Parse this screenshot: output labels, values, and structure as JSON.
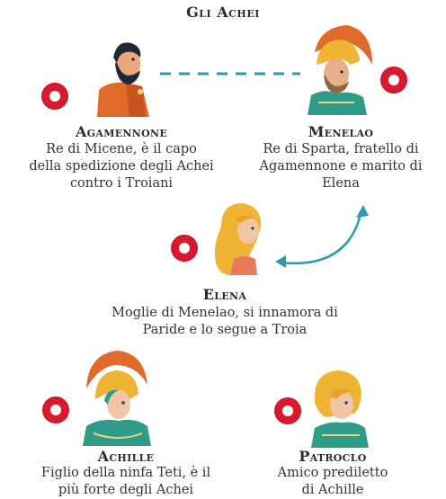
{
  "title": "Gli Achei",
  "colors": {
    "marker_red": "#d8192e",
    "connector_teal": "#2a9bb5",
    "armor_teal": "#2f9c8a",
    "robe_orange": "#e06a2a",
    "hair_gold": "#f0b434"
  },
  "characters": [
    {
      "id": "agamennone",
      "name": "Agamennone",
      "description": [
        "Re di Micene, è il capo",
        "della spedizione degli Achei",
        "contro i Troiani"
      ]
    },
    {
      "id": "menelao",
      "name": "Menelao",
      "description": [
        "Re di Sparta, fratello di",
        "Agamennone e marito di",
        "Elena"
      ]
    },
    {
      "id": "elena",
      "name": "Elena",
      "description": [
        "Moglie di Menelao, si innamora di",
        "Paride e lo segue a Troia"
      ]
    },
    {
      "id": "achille",
      "name": "Achille",
      "description": [
        "Figlio della ninfa Teti, è il",
        "più forte degli Achei"
      ]
    },
    {
      "id": "patroclo",
      "name": "Patroclo",
      "description": [
        "Amico prediletto",
        "di Achille"
      ]
    }
  ],
  "relations": [
    {
      "from": "Agamennone",
      "to": "Menelao",
      "style": "dashed"
    },
    {
      "from": "Menelao",
      "to": "Elena",
      "style": "curved-double-arrow"
    }
  ]
}
